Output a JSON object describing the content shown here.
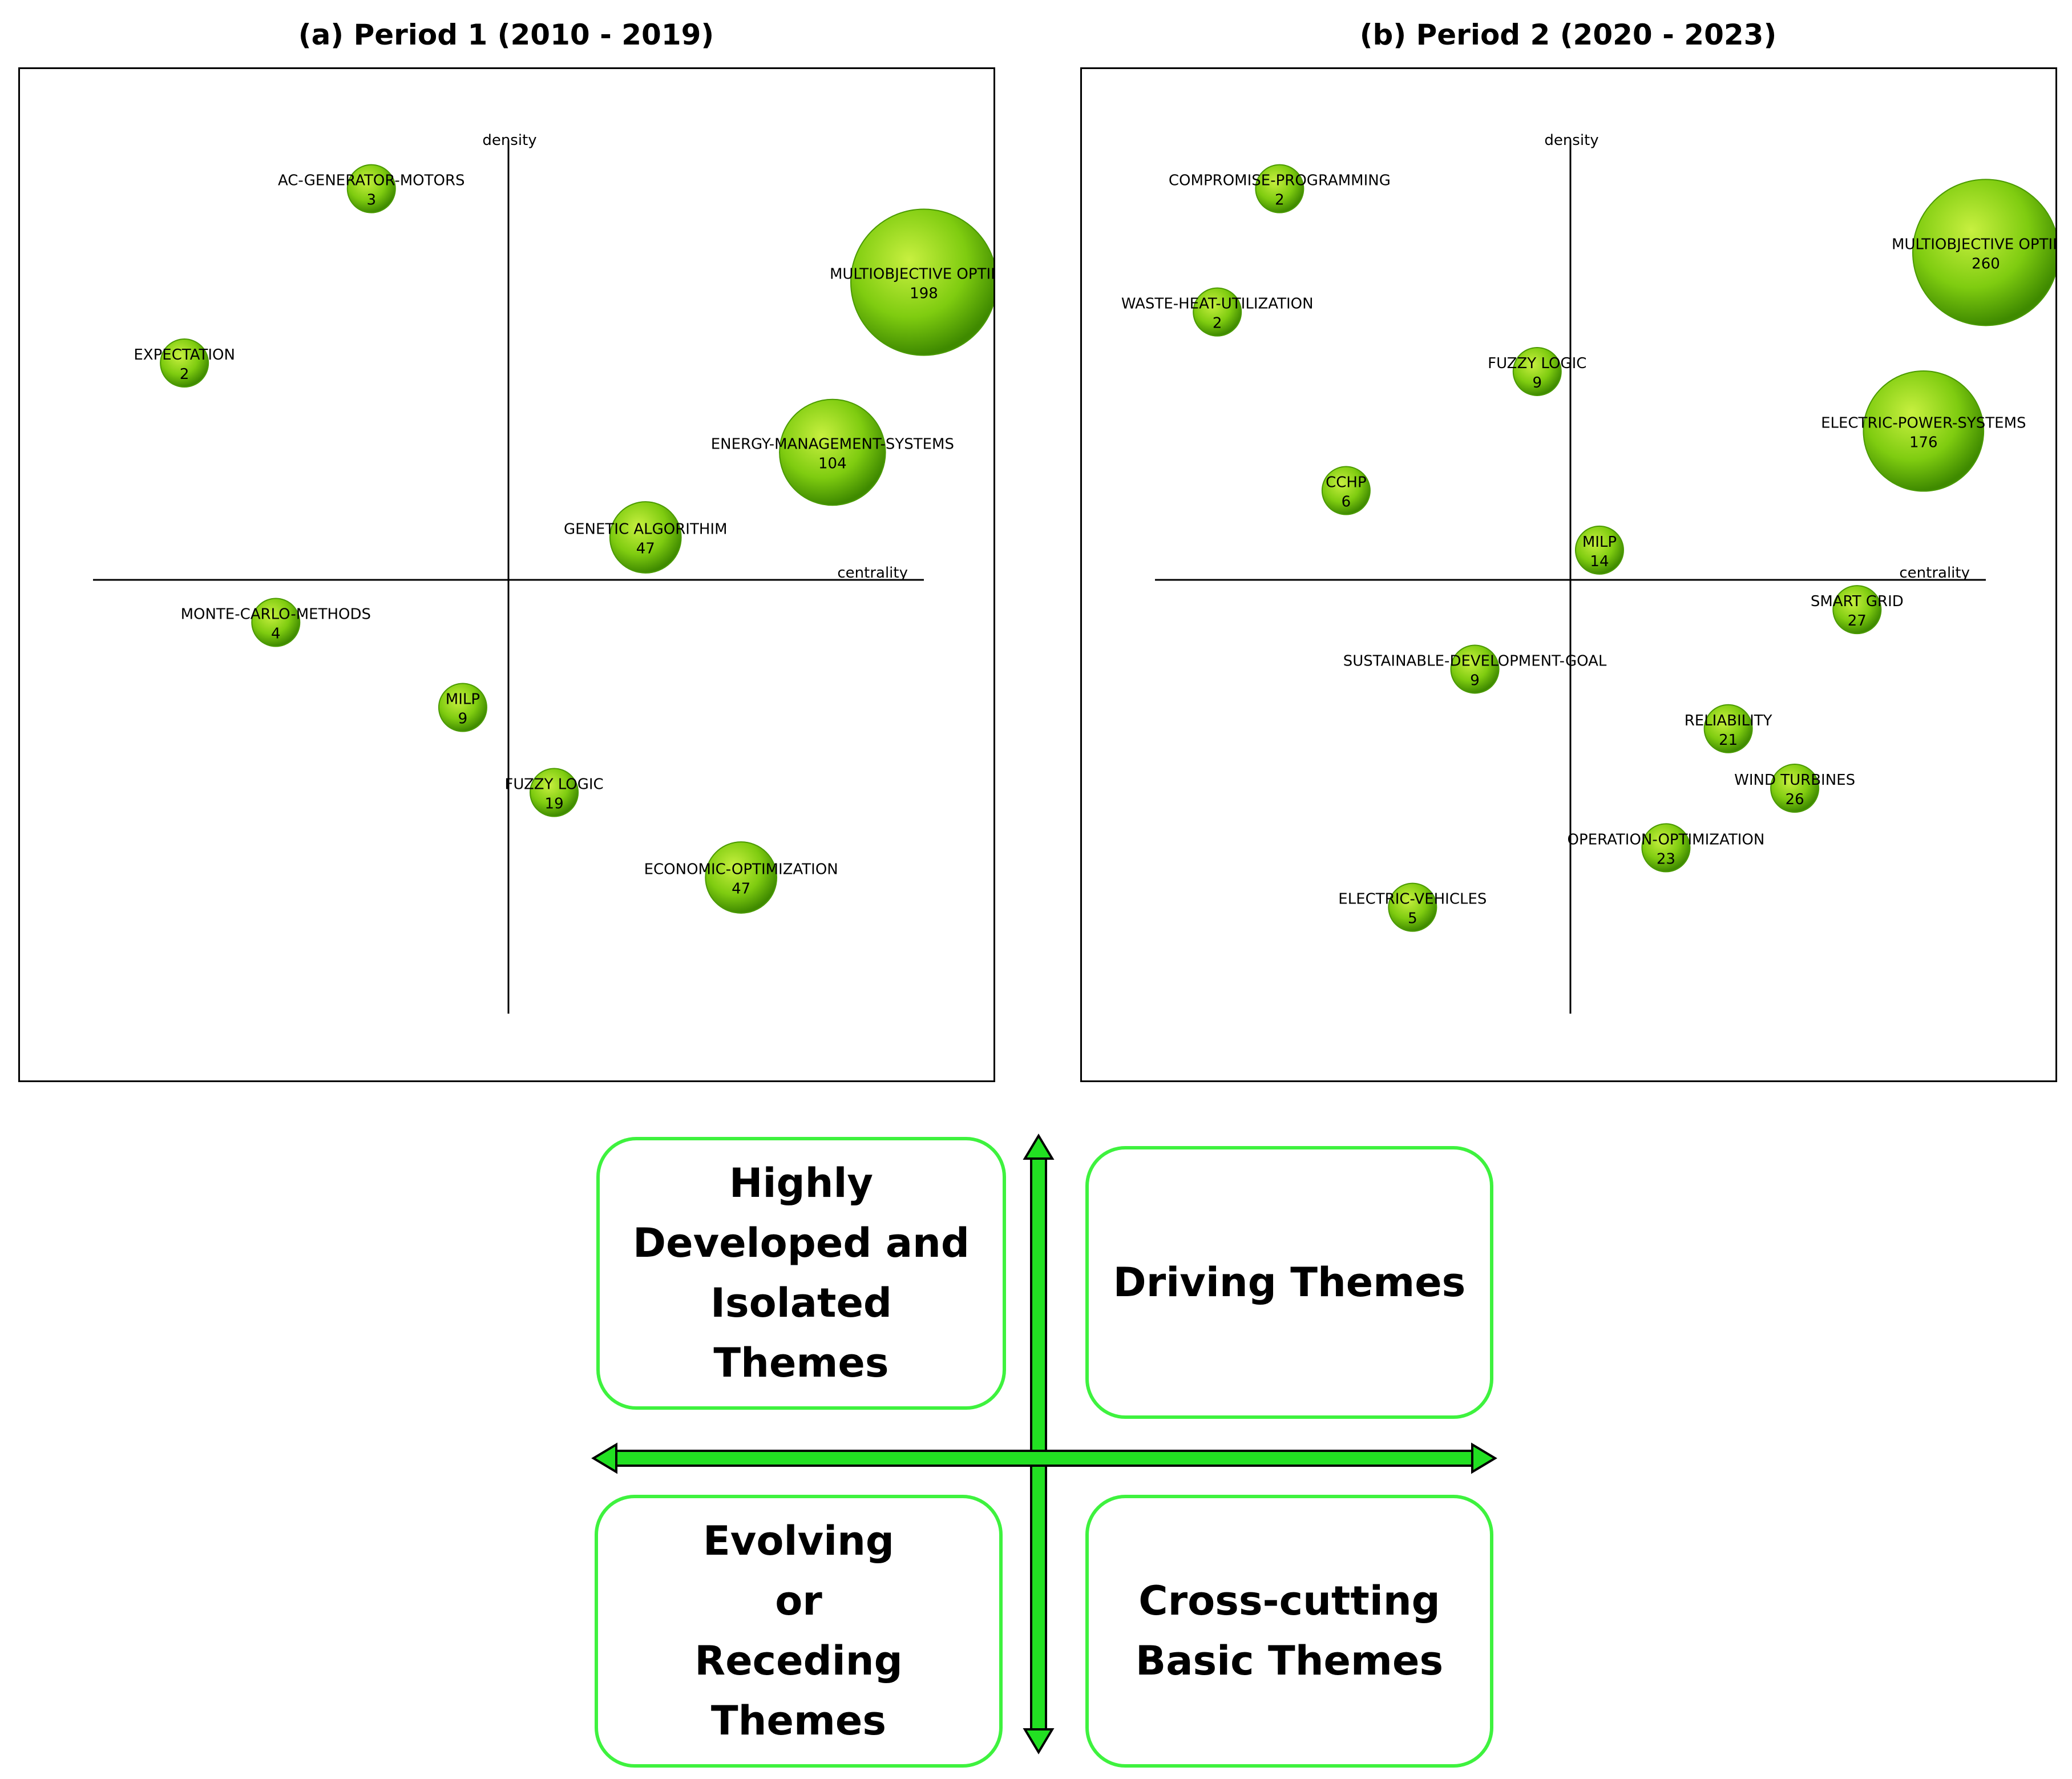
{
  "colors": {
    "bubble_light": "#c8f040",
    "bubble_mid": "#7fcc10",
    "bubble_dark": "#3f8a00",
    "axis": "#000000",
    "legend_arrow": "#22e022",
    "legend_box_border": "#3ef23e"
  },
  "chart_data": [
    {
      "type": "scatter",
      "title": "(a) Period 1 (2010 - 2019)",
      "xlabel": "centrality",
      "ylabel": "density",
      "points": [
        {
          "label": "AC-GENERATOR-MOTORS",
          "value": 3,
          "x": -0.33,
          "y": 0.92
        },
        {
          "label": "MULTIOBJECTIVE OPTIMIZ",
          "value": 198,
          "x": 1.0,
          "y": 0.7
        },
        {
          "label": "EXPECTATION",
          "value": 2,
          "x": -0.78,
          "y": 0.51
        },
        {
          "label": "ENERGY-MANAGEMENT-SYSTEMS",
          "value": 104,
          "x": 0.78,
          "y": 0.3
        },
        {
          "label": "GENETIC ALGORITHIM",
          "value": 47,
          "x": 0.33,
          "y": 0.1
        },
        {
          "label": "MONTE-CARLO-METHODS",
          "value": 4,
          "x": -0.56,
          "y": -0.1
        },
        {
          "label": "MILP",
          "value": 9,
          "x": -0.11,
          "y": -0.3
        },
        {
          "label": "FUZZY LOGIC",
          "value": 19,
          "x": 0.11,
          "y": -0.5
        },
        {
          "label": "ECONOMIC-OPTIMIZATION",
          "value": 47,
          "x": 0.56,
          "y": -0.7
        }
      ]
    },
    {
      "type": "scatter",
      "title": "(b) Period 2 (2020 - 2023)",
      "xlabel": "centrality",
      "ylabel": "density",
      "points": [
        {
          "label": "COMPROMISE-PROGRAMMING",
          "value": 2,
          "x": -0.7,
          "y": 0.92
        },
        {
          "label": "MULTIOBJECTIVE OPTIMIZ",
          "value": 260,
          "x": 1.0,
          "y": 0.77
        },
        {
          "label": "WASTE-HEAT-UTILIZATION",
          "value": 2,
          "x": -0.85,
          "y": 0.63
        },
        {
          "label": "FUZZY LOGIC",
          "value": 9,
          "x": -0.08,
          "y": 0.49
        },
        {
          "label": "ELECTRIC-POWER-SYSTEMS",
          "value": 176,
          "x": 0.85,
          "y": 0.35
        },
        {
          "label": "CCHP",
          "value": 6,
          "x": -0.54,
          "y": 0.21
        },
        {
          "label": "MILP",
          "value": 14,
          "x": 0.07,
          "y": 0.07
        },
        {
          "label": "SMART GRID",
          "value": 27,
          "x": 0.69,
          "y": -0.07
        },
        {
          "label": "SUSTAINABLE-DEVELOPMENT-GOAL",
          "value": 9,
          "x": -0.23,
          "y": -0.21
        },
        {
          "label": "RELIABILITY",
          "value": 21,
          "x": 0.38,
          "y": -0.35
        },
        {
          "label": "WIND TURBINES",
          "value": 26,
          "x": 0.54,
          "y": -0.49
        },
        {
          "label": "OPERATION-OPTIMIZATION",
          "value": 23,
          "x": 0.23,
          "y": -0.63
        },
        {
          "label": "ELECTRIC-VEHICLES",
          "value": 5,
          "x": -0.38,
          "y": -0.77
        }
      ]
    }
  ],
  "legend": {
    "top_left": "Highly Developed and Isolated Themes",
    "top_right": "Driving Themes",
    "bottom_left": "Evolving or Receding Themes",
    "bottom_right": "Cross-cutting Basic Themes"
  }
}
